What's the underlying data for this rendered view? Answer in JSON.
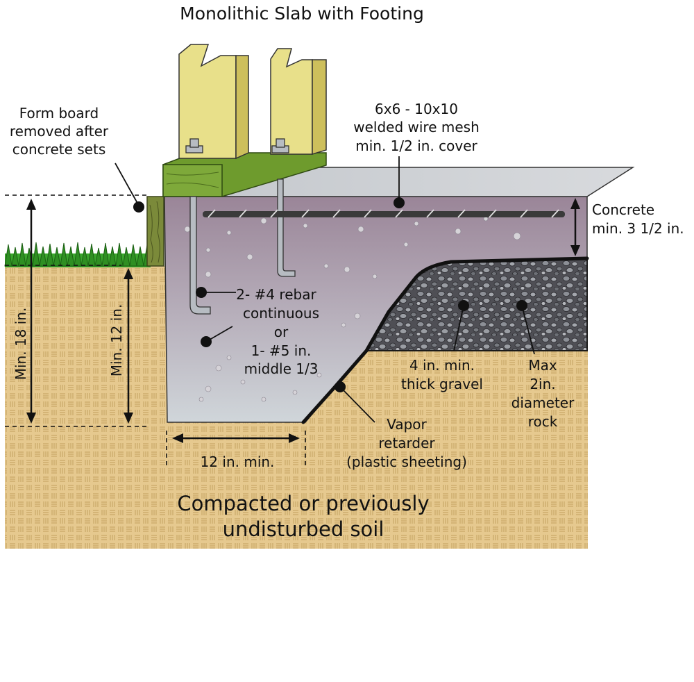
{
  "title": "Monolithic Slab with Footing",
  "labels": {
    "form_board": [
      "Form board",
      "removed after",
      "concrete sets"
    ],
    "wire_mesh": [
      "6x6 - 10x10",
      "welded wire mesh",
      "min. 1/2 in. cover"
    ],
    "concrete": [
      "Concrete",
      "min. 3 1/2 in."
    ],
    "rebar": [
      "2- #4 rebar",
      "continuous",
      "or",
      "1- #5 in.",
      "middle 1/3"
    ],
    "gravel": [
      "4 in. min.",
      "thick gravel"
    ],
    "rock": [
      "Max",
      "2in.",
      "diameter",
      "rock"
    ],
    "vapor": [
      "Vapor",
      "retarder",
      "(plastic sheeting)"
    ],
    "footing_width": "12 in. min.",
    "min_18": "Min. 18 in.",
    "min_12": "Min. 12 in.",
    "soil": [
      "Compacted or previously",
      "undisturbed soil"
    ]
  },
  "colors": {
    "soil": "#e6c98f",
    "soil_line": "#c9a867",
    "concrete_top": "#9a8598",
    "concrete_bottom": "#cdd3d8",
    "grass": "#3aa62c",
    "board": "#6e9b2d",
    "post": "#e8e08a",
    "form_wood": "#7b8a3a",
    "gravel": "#5a5a5e"
  }
}
